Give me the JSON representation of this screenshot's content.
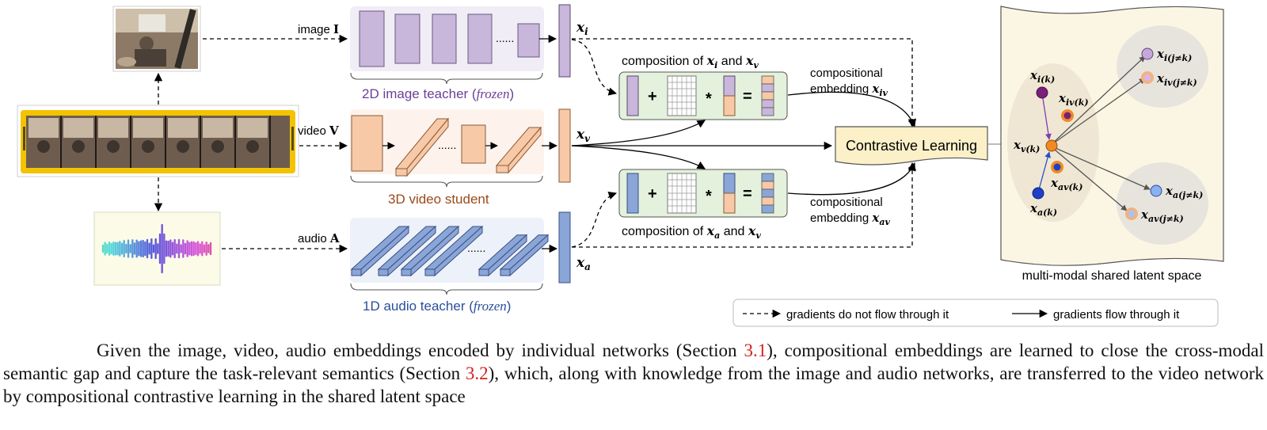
{
  "inputs": {
    "image_label": "image ",
    "image_symbol": "I",
    "video_label": "video ",
    "video_symbol": "V",
    "audio_label": "audio ",
    "audio_symbol": "A"
  },
  "networks": {
    "image_teacher_prefix": "2D image teacher (",
    "image_teacher_frozen": "frozen",
    "image_teacher_suffix": ")",
    "video_student": "3D video student",
    "audio_teacher_prefix": "1D audio teacher (",
    "audio_teacher_frozen": "frozen",
    "audio_teacher_suffix": ")"
  },
  "embeddings": {
    "x_base": "x",
    "sub_i": "i",
    "sub_v": "v",
    "sub_a": "a",
    "sub_iv": "iv",
    "sub_av": "av"
  },
  "composition": {
    "top_prefix": "composition of ",
    "bottom_prefix": "composition of ",
    "and_word": " and ",
    "plus": "+",
    "times": "*",
    "equals": "=",
    "ellipsis": "......"
  },
  "compositional": {
    "top_line1": "compositional",
    "top_line2": "embedding ",
    "bottom_line1": "compositional",
    "bottom_line2": "embedding "
  },
  "contrastive": {
    "label": "Contrastive Learning"
  },
  "latent": {
    "title": "multi-modal shared latent space",
    "points": {
      "ik": "i(k)",
      "ivk": "iv(k)",
      "vk": "v(k)",
      "avk": "av(k)",
      "ak": "a(k)",
      "ijk": "i(j≠k)",
      "ivjk": "iv(j≠k)",
      "ajk": "a(j≠k)",
      "avjk": "av(j≠k)"
    }
  },
  "legend": {
    "dashed": "gradients do not flow through it",
    "solid": "gradients flow through it"
  },
  "caption": {
    "part1": "Given the image, video, audio embeddings encoded by individual networks (Section ",
    "ref1": "3.1",
    "part2": "), compositional embeddings are learned to close the cross-modal semantic gap and capture the task-relevant semantics (Section ",
    "ref2": "3.2",
    "part3": "), which, along with knowledge from the image and audio networks, are transferred to the video network by compositional contrastive learning in the shared latent space"
  },
  "colors": {
    "image_purple": "#c8b6db",
    "video_orange": "#f7c9a6",
    "audio_blue": "#8aa6d8",
    "teacher_bg_purple": "#f1edf6",
    "student_bg_orange": "#fdf3ec",
    "audio_bg_blue": "#edf1f9",
    "composition_green": "#e4f1dc",
    "contrastive_yellow": "#fbf0c8",
    "latent_bg": "#fbf6e3",
    "caption_ref_red": "#d42020"
  }
}
